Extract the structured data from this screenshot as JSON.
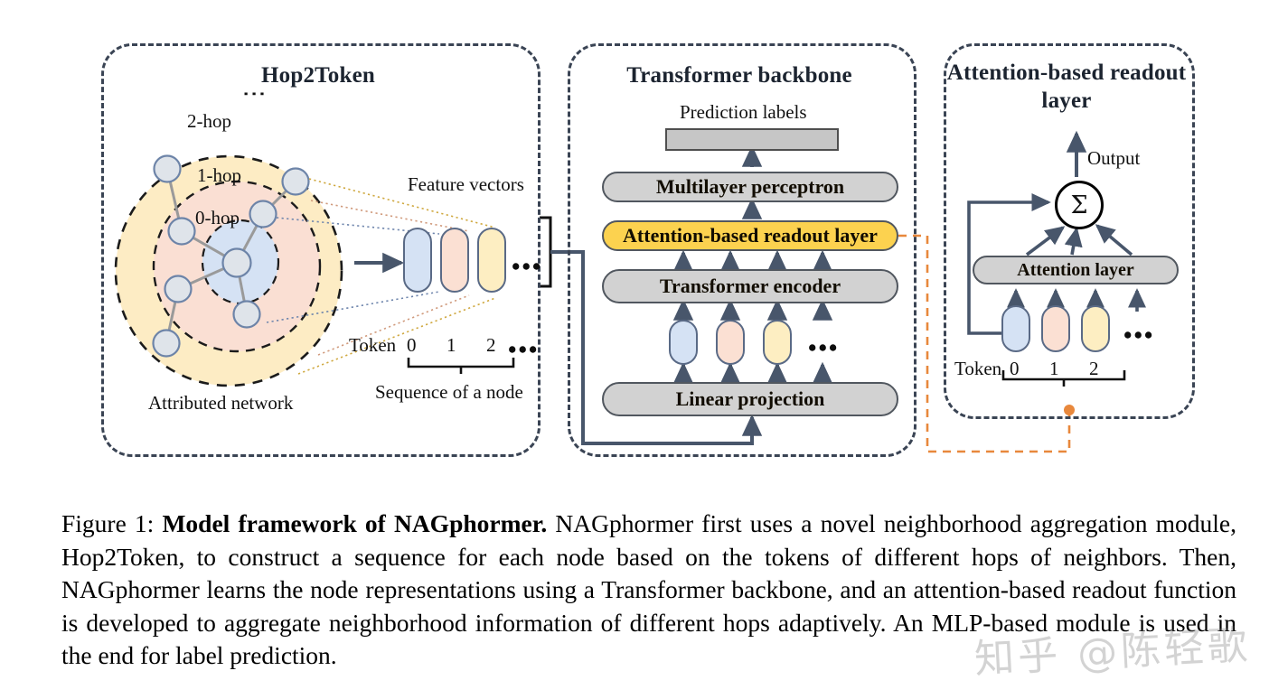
{
  "figure": {
    "panels": {
      "hop2token": {
        "title": "Hop2Token",
        "vertical_dots": "⋮",
        "hop_labels": [
          "2-hop",
          "1-hop",
          "0-hop"
        ],
        "network_caption": "Attributed network",
        "feature_vectors_label": "Feature vectors",
        "token_label": "Token",
        "token_indices": [
          "0",
          "1",
          "2"
        ],
        "token_ellipsis": "•••",
        "sequence_label": "Sequence of a node"
      },
      "backbone": {
        "title": "Transformer backbone",
        "prediction_label": "Prediction  labels",
        "blocks": [
          {
            "name": "prediction-labels-bar",
            "label": ""
          },
          {
            "name": "multilayer-perceptron",
            "label": "Multilayer perceptron"
          },
          {
            "name": "attention-based-readout-layer",
            "label": "Attention-based readout layer"
          },
          {
            "name": "transformer-encoder",
            "label": "Transformer encoder"
          },
          {
            "name": "linear-projection",
            "label": "Linear projection"
          }
        ],
        "token_ellipsis": "•••"
      },
      "readout": {
        "title": "Attention-based readout layer",
        "output_label": "Output",
        "sum_symbol": "Σ",
        "attention_layer_label": "Attention layer",
        "token_label": "Token",
        "token_indices": [
          "0",
          "1",
          "2"
        ],
        "token_ellipsis": "•••"
      }
    },
    "colors": {
      "panel_border": "#3a4454",
      "bar_gray": "#d2d2d2",
      "bar_yellow": "#fcd24f",
      "pill_blue": "#d5e2f4",
      "pill_pink": "#fbe0d3",
      "pill_yellow": "#fdeec2",
      "hop2_ring": "#fdecc4",
      "hop1_ring": "#fadfd3",
      "hop0_ring": "#d5e2f4",
      "arrow": "#48566b",
      "orange_link": "#e8883c"
    }
  },
  "caption": {
    "prefix": "Figure 1: ",
    "bold_title": "Model framework of NAGphormer.",
    "body": " NAGphormer first uses a novel neighborhood aggregation module, Hop2Token, to construct a sequence for each node based on the tokens of different hops of neighbors. Then, NAGphormer learns the node representations using a Transformer backbone, and an attention-based readout function is developed to aggregate neighborhood information of different hops adaptively. An MLP-based module is used in the end for label prediction."
  },
  "watermark": {
    "text": "知乎 @陈轻歌"
  }
}
